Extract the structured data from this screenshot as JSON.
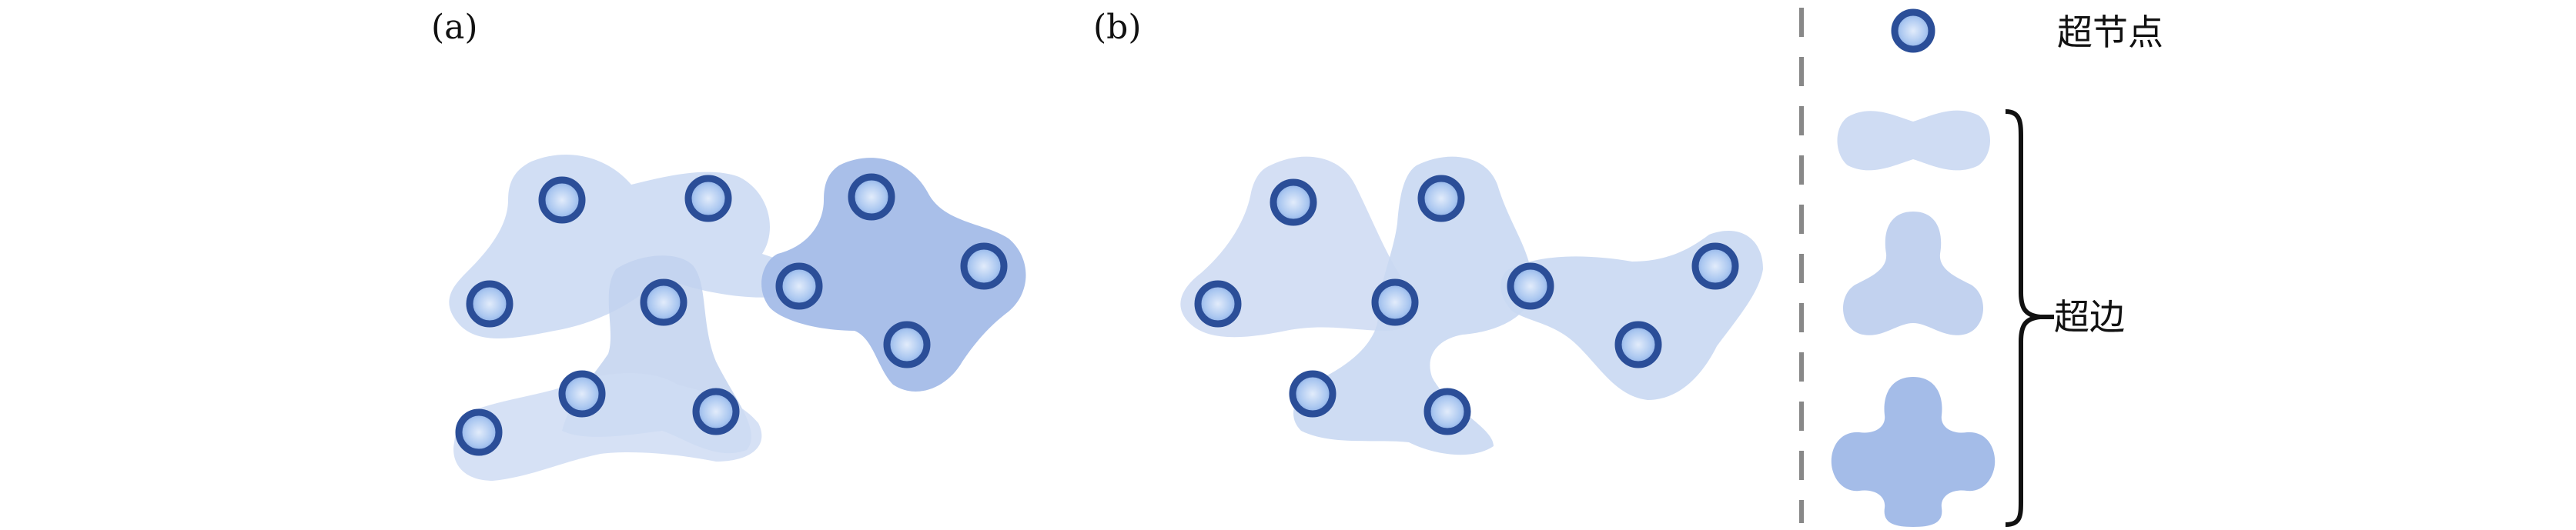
{
  "panels": [
    {
      "label": "(a)"
    },
    {
      "label": "(b)"
    }
  ],
  "legend": {
    "node_label": "超节点",
    "edge_label": "超边"
  },
  "colors": {
    "edge_light": "#cfdcf3",
    "edge_mid": "#c2d2ef",
    "edge_dark": "#a4bce8",
    "node_ring": "#2b4e98",
    "node_fill": "#9fc0ee",
    "divider": "#888888"
  }
}
